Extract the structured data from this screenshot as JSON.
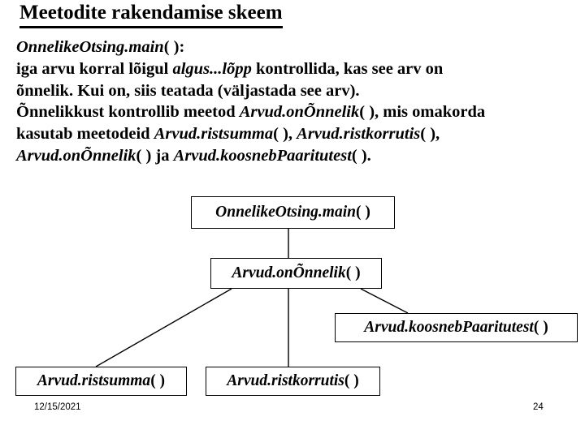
{
  "slide": {
    "title": "Meetodite rakendamise skeem",
    "body_lines": [
      [
        {
          "text": "OnnelikeOtsing.main",
          "style": "italic"
        },
        {
          "text": "( ):",
          "style": "normal"
        }
      ],
      [
        {
          "text": "iga arvu korral lõigul ",
          "style": "normal"
        },
        {
          "text": "algus...lõpp",
          "style": "italic"
        },
        {
          "text": " kontrollida, kas see arv on",
          "style": "normal"
        }
      ],
      [
        {
          "text": "õnnelik. Kui on, siis teatada (väljastada see arv).",
          "style": "normal"
        }
      ],
      [
        {
          "text": "Õnnelikkust kontrollib meetod ",
          "style": "normal"
        },
        {
          "text": "Arvud.onÕnnelik",
          "style": "italic"
        },
        {
          "text": "( ), mis omakorda",
          "style": "normal"
        }
      ],
      [
        {
          "text": "kasutab meetodeid ",
          "style": "normal"
        },
        {
          "text": "Arvud.ristsumma",
          "style": "italic"
        },
        {
          "text": "( ), ",
          "style": "normal"
        },
        {
          "text": "Arvud.ristkorrutis",
          "style": "italic"
        },
        {
          "text": "( ),",
          "style": "normal"
        }
      ],
      [
        {
          "text": "Arvud.onÕnnelik",
          "style": "italic"
        },
        {
          "text": "( ) ja ",
          "style": "normal"
        },
        {
          "text": "Arvud.koosnebPaaritutest",
          "style": "italic"
        },
        {
          "text": "( ).",
          "style": "normal"
        }
      ]
    ]
  },
  "diagram": {
    "nodes": {
      "main": {
        "name": "OnnelikeOtsing.main",
        "parens": "( )"
      },
      "onnelik": {
        "name": "Arvud.onÕnnelik",
        "parens": "( )"
      },
      "paaritu": {
        "name": "Arvud.koosnebPaaritutest",
        "parens": "( )"
      },
      "ristsumma": {
        "name": "Arvud.ristsumma",
        "parens": "( )"
      },
      "ristkorrutis": {
        "name": "Arvud.ristkorrutis",
        "parens": "( )"
      }
    },
    "edges": [
      {
        "from": "main",
        "to": "onnelik"
      },
      {
        "from": "onnelik",
        "to": "ristsumma"
      },
      {
        "from": "onnelik",
        "to": "ristkorrutis"
      },
      {
        "from": "onnelik",
        "to": "paaritu"
      }
    ],
    "line_color": "#000000"
  },
  "footer": {
    "date": "12/15/2021",
    "page_number": "24"
  }
}
